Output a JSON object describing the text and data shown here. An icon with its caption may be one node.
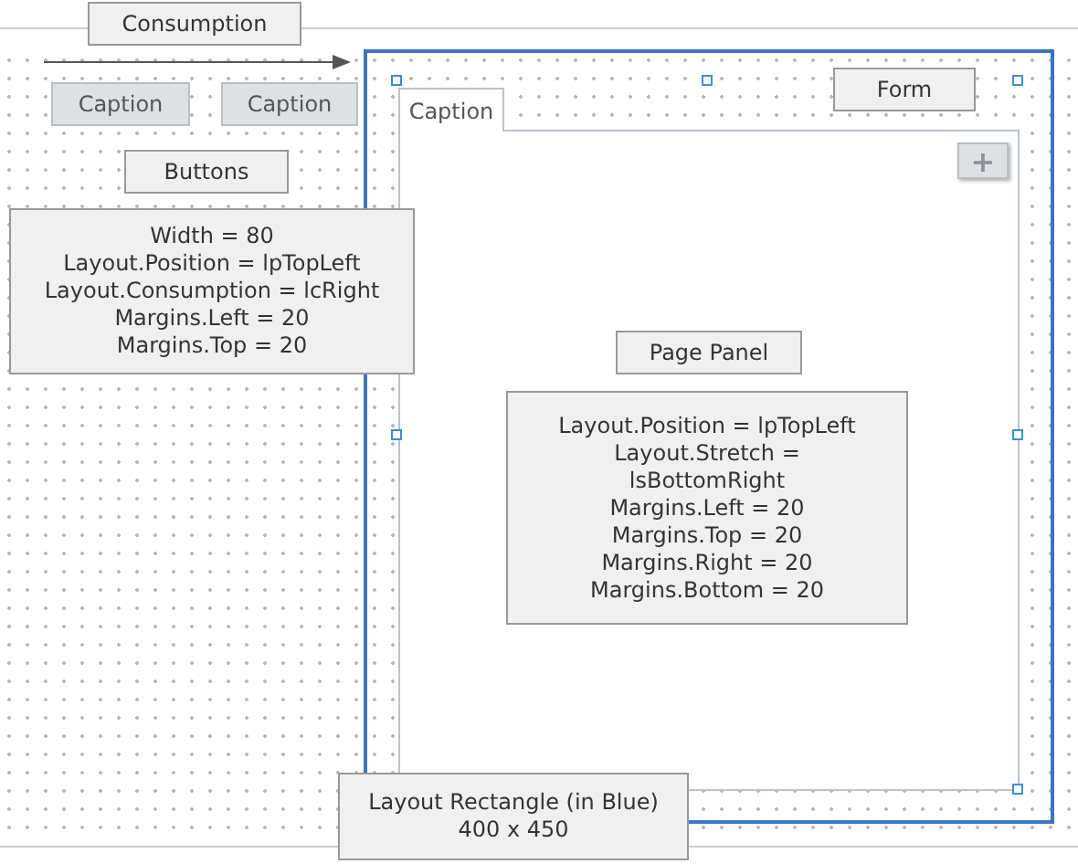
{
  "diagram": {
    "nodes": [
      {
        "text": [
          "Consumption"
        ]
      },
      {
        "text": [
          "Caption"
        ]
      },
      {
        "text": [
          "Caption"
        ]
      },
      {
        "text": [
          "Buttons"
        ]
      },
      {
        "text": [
          "Width = 80",
          "Layout.Position = lpTopLeft",
          "Layout.Consumption = lcRight",
          "Margins.Left = 20",
          "Margins.Top = 20"
        ]
      },
      {
        "text": [
          "Form"
        ]
      },
      {
        "text": [
          "Caption"
        ]
      },
      {
        "text": [
          "+"
        ],
        "in": 6
      },
      {
        "text": [
          "Page Panel"
        ],
        "in": 6
      },
      {
        "text": [
          "Layout.Position = lpTopLeft",
          "Layout.Stretch = lsBottomRight",
          "Margins.Left = 20",
          "Margins.Top = 20",
          "Margins.Right = 20",
          "Margins.Bottom = 20"
        ],
        "in": 6
      },
      {
        "text": [
          "Layout Rectangle (in Blue)",
          "400 x 450"
        ]
      }
    ],
    "edges": []
  }
}
